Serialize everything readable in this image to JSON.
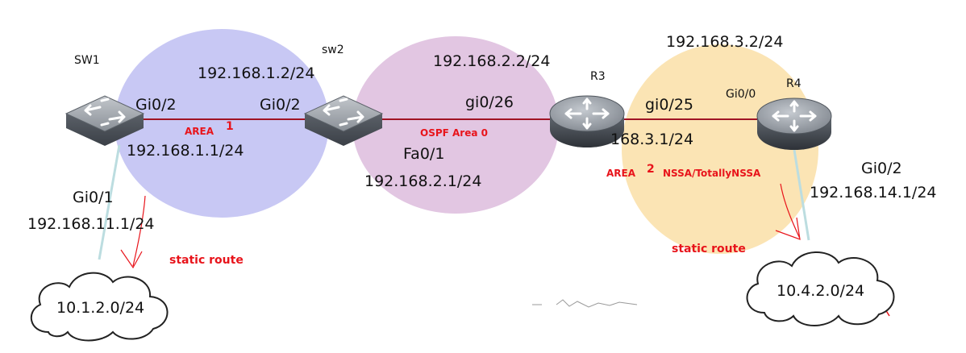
{
  "nodes": {
    "sw1": "SW1",
    "sw2": "sw2",
    "r3": "R3",
    "r4": "R4"
  },
  "interfaces": {
    "sw1_gi02": "Gi0/2",
    "sw2_gi02": "Gi0/2",
    "sw1_gi01": "Gi0/1",
    "sw2_fa01": "Fa0/1",
    "r3_gi026": "gi0/26",
    "r3_gi025": "gi0/25",
    "r4_gi00": "Gi0/0",
    "r4_gi02": "Gi0/2"
  },
  "addresses": {
    "ip_192_168_1_2": "192.168.1.2/24",
    "ip_192_168_1_1": "192.168.1.1/24",
    "ip_192_168_11_1": "192.168.11.1/24",
    "ip_192_168_2_2": "192.168.2.2/24",
    "ip_192_168_2_1": "192.168.2.1/24",
    "ip_192_168_3_2": "192.168.3.2/24",
    "ip_168_3_1": "168.3.1/24",
    "ip_192_168_14_1": "192.168.14.1/24"
  },
  "areas": {
    "area1_label": "AREA",
    "area1_num": "1",
    "area0": "OSPF Area 0",
    "area2_label": "AREA",
    "area2_num": "2",
    "area2_type": "NSSA/TotallyNSSA"
  },
  "static": {
    "left": "static route",
    "right": "static route"
  },
  "clouds": {
    "left": "10.1.2.0/24",
    "right": "10.4.2.0/24"
  },
  "colors": {
    "area1": "#c8c8f4",
    "area0": "#e2c6e2",
    "area2": "#fbe4b4",
    "link": "#a01424",
    "stub_link": "#bcdde0",
    "annotation": "#e8141b"
  }
}
